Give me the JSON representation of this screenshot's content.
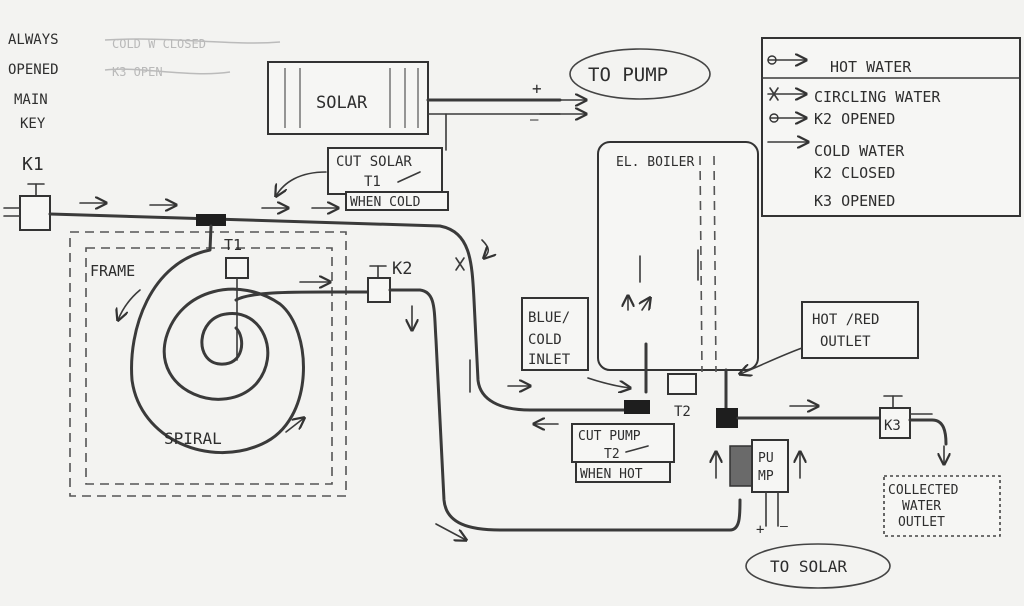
{
  "top_left_note": {
    "line1": "ALWAYS",
    "line2": "OPENED",
    "line3": "MAIN",
    "line4": "KEY"
  },
  "crossed_note": {
    "line1": "COLD W CLOSED",
    "line2": "K3 OPEN"
  },
  "valves": {
    "k1": "K1",
    "k2": "K2",
    "k3": "K3"
  },
  "solar": {
    "label": "SOLAR",
    "plus": "+",
    "minus": "—"
  },
  "to_pump": "TO PUMP",
  "cut_solar": {
    "line1": "CUT SOLAR",
    "line2": "T1",
    "line3": "WHEN COLD"
  },
  "legend": {
    "hot_water": "HOT WATER",
    "circling_water": "CIRCLING WATER",
    "k2_opened": "K2 OPENED",
    "cold_water": "COLD WATER",
    "k2_closed": "K2 CLOSED",
    "k3_opened": "K3 OPENED"
  },
  "boiler": {
    "label": "EL. BOILER"
  },
  "frame": "FRAME",
  "spiral": "SPIRAL",
  "t1": "T1",
  "t2": "T2",
  "blue_inlet": {
    "line1": "BLUE/",
    "line2": "COLD",
    "line3": "INLET"
  },
  "hot_outlet": {
    "line1": "HOT /RED",
    "line2": "OUTLET"
  },
  "cut_pump": {
    "line1": "CUT PUMP",
    "line2": "T2",
    "line3": "WHEN HOT"
  },
  "pump": {
    "line1": "PU",
    "line2": "MP",
    "plus": "+",
    "minus": "—"
  },
  "collected": {
    "line1": "COLLECTED",
    "line2": "WATER",
    "line3": "OUTLET"
  },
  "to_solar": "TO SOLAR"
}
